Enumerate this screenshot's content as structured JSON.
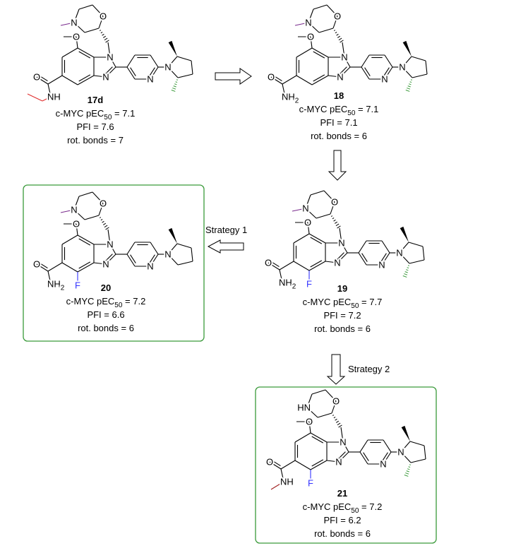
{
  "compounds": [
    {
      "id": "17d",
      "potency": "7.1",
      "pfi": "7.6",
      "rot_bonds": "7"
    },
    {
      "id": "18",
      "potency": "7.1",
      "pfi": "7.1",
      "rot_bonds": "6"
    },
    {
      "id": "20",
      "potency": "7.2",
      "pfi": "6.6",
      "rot_bonds": "6"
    },
    {
      "id": "19",
      "potency": "7.7",
      "pfi": "7.2",
      "rot_bonds": "6"
    },
    {
      "id": "21",
      "potency": "7.2",
      "pfi": "6.2",
      "rot_bonds": "6"
    }
  ],
  "labels": {
    "potency_prefix": "c-MYC pEC",
    "potency_sub": "50",
    "pfi_prefix": "PFI",
    "rot_prefix": "rot. bonds"
  },
  "arrows": {
    "strategy1": "Strategy 1",
    "strategy2": "Strategy 2"
  },
  "atoms": {
    "N": "N",
    "O": "O",
    "F": "F",
    "NH": "NH",
    "HN": "HN",
    "sub2": "2"
  },
  "colors": {
    "bond": "#000000",
    "n_methyl": "#7b2d8e",
    "ethyl": "#e03030",
    "amide_methyl": "#a02020",
    "pyrrolidine_methyl": "#3a9a3a",
    "fluorine": "#3333ff",
    "highlight_box": "#3a9a3a"
  }
}
